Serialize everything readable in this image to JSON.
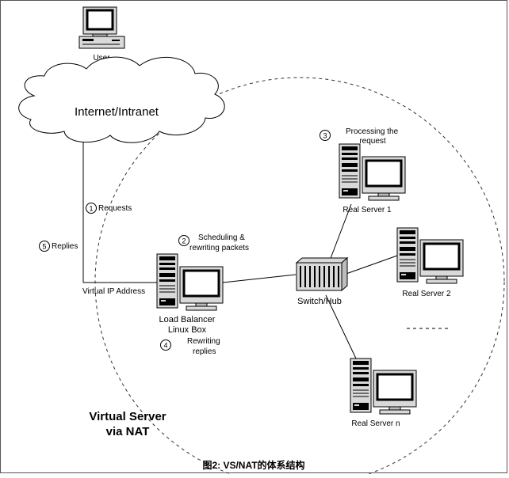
{
  "labels": {
    "user": "User",
    "cloud": "Internet/Intranet",
    "virtual_ip": "Virtual IP Address",
    "load_balancer_l1": "Load Balancer",
    "load_balancer_l2": "Linux Box",
    "switch": "Switch/Hub",
    "real_server_1": "Real Server 1",
    "real_server_2": "Real Server 2",
    "real_server_n": "Real Server n",
    "virtual_server_l1": "Virtual Server",
    "virtual_server_l2": "via NAT",
    "caption": "图2: VS/NAT的体系结构"
  },
  "steps": [
    {
      "num": "1",
      "text_l1": "Requests",
      "text_l2": ""
    },
    {
      "num": "2",
      "text_l1": "Scheduling &",
      "text_l2": "rewriting packets"
    },
    {
      "num": "3",
      "text_l1": "Processing the",
      "text_l2": "request"
    },
    {
      "num": "4",
      "text_l1": "Rewriting",
      "text_l2": "replies"
    },
    {
      "num": "5",
      "text_l1": "Replies",
      "text_l2": ""
    }
  ],
  "icons": [
    "desktop-computer-icon",
    "cloud-icon",
    "server-tower-icon",
    "monitor-icon",
    "switch-hub-icon"
  ]
}
